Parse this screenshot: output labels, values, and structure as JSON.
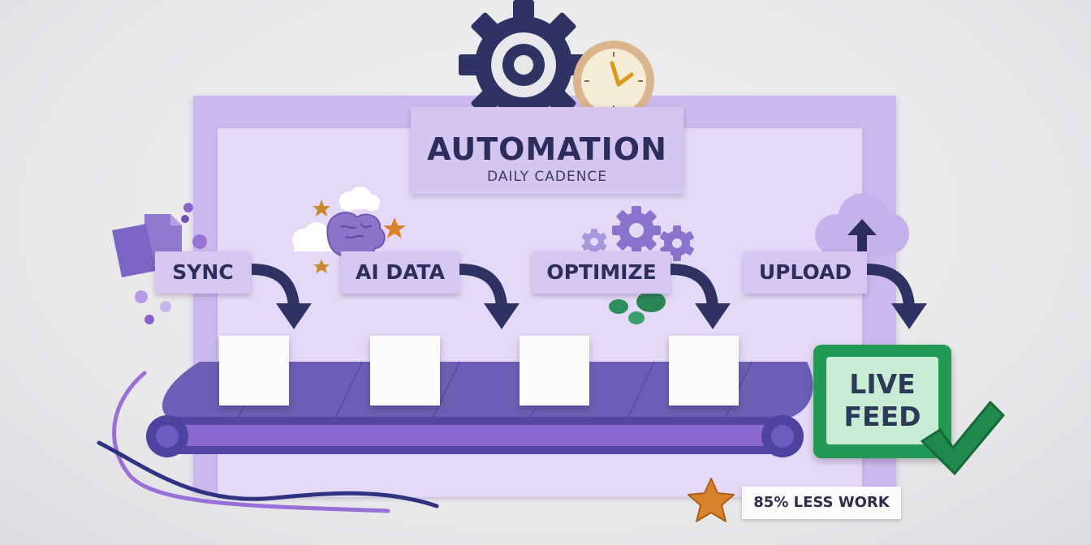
{
  "title": {
    "main": "AUTOMATION",
    "sub": "DAILY CADENCE"
  },
  "steps": [
    {
      "label": "SYNC",
      "icon": "documents-icon"
    },
    {
      "label": "AI DATA",
      "icon": "brain-icon"
    },
    {
      "label": "OPTIMIZE",
      "icon": "gears-icon"
    },
    {
      "label": "UPLOAD",
      "icon": "cloud-upload-icon"
    }
  ],
  "live": {
    "line1": "LIVE",
    "line2": "FEED"
  },
  "note": {
    "label": "85% LESS WORK"
  },
  "colors": {
    "board": "#cbb9ee",
    "belt": "#6a5fb5",
    "navy": "#2c2d5c",
    "green": "#229a55",
    "accent_star": "#d9822b"
  }
}
